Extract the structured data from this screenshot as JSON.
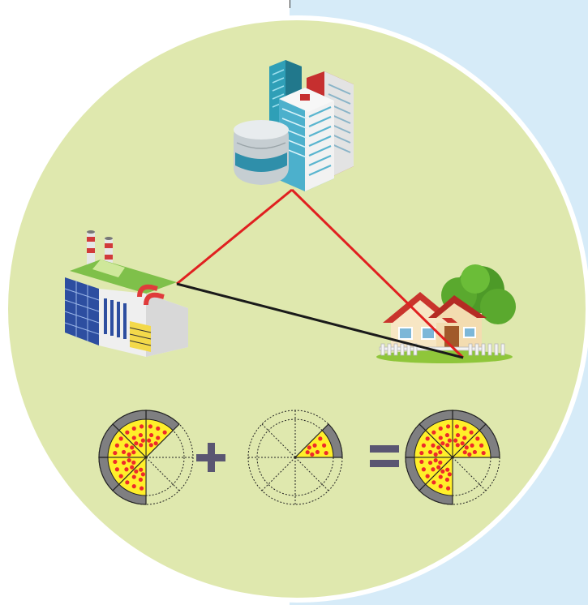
{
  "colors": {
    "page_background": "#ffffff",
    "right_panel": "#d6ebf8",
    "circle_fill": "#dfe8ae",
    "route_red": "#e02020",
    "route_black": "#1a1a1a",
    "pizza_crust": "#7f7f81",
    "pizza_cheese": "#ffef2a",
    "pepperoni": "#ee2a2a",
    "operator": "#5a5672"
  },
  "icons": {
    "office": "office-building-icon",
    "factory": "factory-icon",
    "house": "house-with-tree-icon",
    "plus": "plus-icon",
    "equals": "equals-icon"
  },
  "routes": [
    {
      "from": "office",
      "to": "factory",
      "color": "red"
    },
    {
      "from": "office",
      "to": "house",
      "color": "red"
    },
    {
      "from": "factory",
      "to": "house",
      "color": "black"
    }
  ],
  "pizza_equation": {
    "slices_per_pizza": 8,
    "left_pizza_slices": 5,
    "middle_pizza_slices": 1,
    "result_pizza_slices": 6,
    "operators": [
      "+",
      "="
    ]
  }
}
